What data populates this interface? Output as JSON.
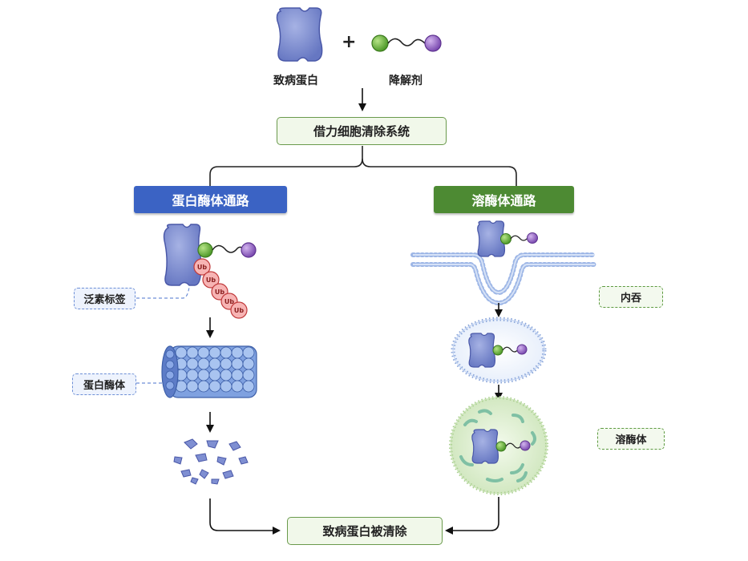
{
  "inputs": {
    "protein_label": "致病蛋白",
    "degrader_label": "降解剂",
    "plus_sign": "+"
  },
  "system_box": "借力细胞清除系统",
  "pathways": {
    "left": {
      "title": "蛋白酶体通路",
      "tag_ubiquitin": "泛素标签",
      "ub_label": "Ub",
      "tag_proteasome": "蛋白酶体"
    },
    "right": {
      "title": "溶酶体通路",
      "tag_endocytosis": "内吞",
      "tag_lysosome": "溶酶体"
    }
  },
  "result_box": "致病蛋白被清除",
  "colors": {
    "protein": "#7f8fd2",
    "degrader_green": "#7cc24a",
    "degrader_purple": "#9b6ac9",
    "ubiquitin": "#f4a3a3",
    "proteasome": "#8fb0e8",
    "membrane": "#a9c0ea",
    "lysosome": "#d6ecc4",
    "left_header": "#3b63c4",
    "right_header": "#4d8a33"
  }
}
